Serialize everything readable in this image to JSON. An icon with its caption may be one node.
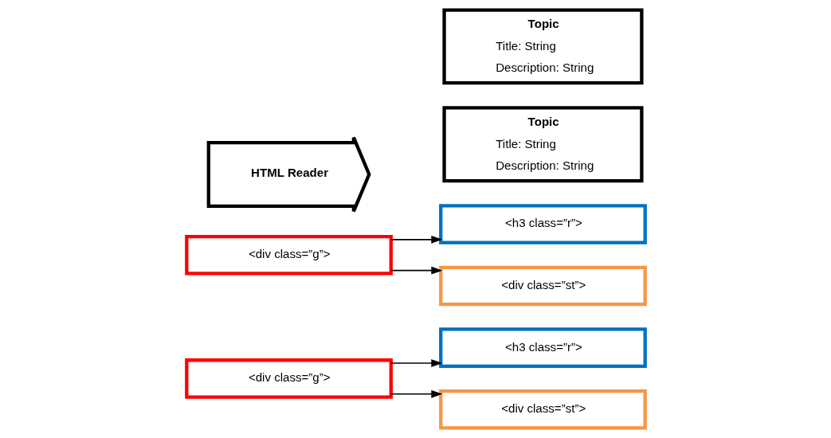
{
  "diagram": {
    "nodes": [
      {
        "text": [
          "<div class=”g”>"
        ]
      },
      {
        "text": [
          "<h3 class=”r”>"
        ]
      },
      {
        "text": [
          "<div class=”st”>"
        ]
      },
      {
        "text": [
          "<div class=”g”>"
        ]
      },
      {
        "text": [
          "<h3 class=”r”>"
        ]
      },
      {
        "text": [
          "<div class=”st”>"
        ]
      },
      {
        "text": [
          "HTML Reader"
        ]
      },
      {
        "text": [
          "Topic",
          "Title: String",
          "Description: String"
        ]
      },
      {
        "text": [
          "Topic",
          "Title: String",
          "Description: String"
        ]
      }
    ],
    "edges": [
      {
        "from": 0,
        "to": 1,
        "arrow": "to"
      },
      {
        "from": 0,
        "to": 2,
        "arrow": "to"
      },
      {
        "from": 3,
        "to": 4,
        "arrow": "to"
      },
      {
        "from": 3,
        "to": 5,
        "arrow": "to"
      }
    ]
  }
}
